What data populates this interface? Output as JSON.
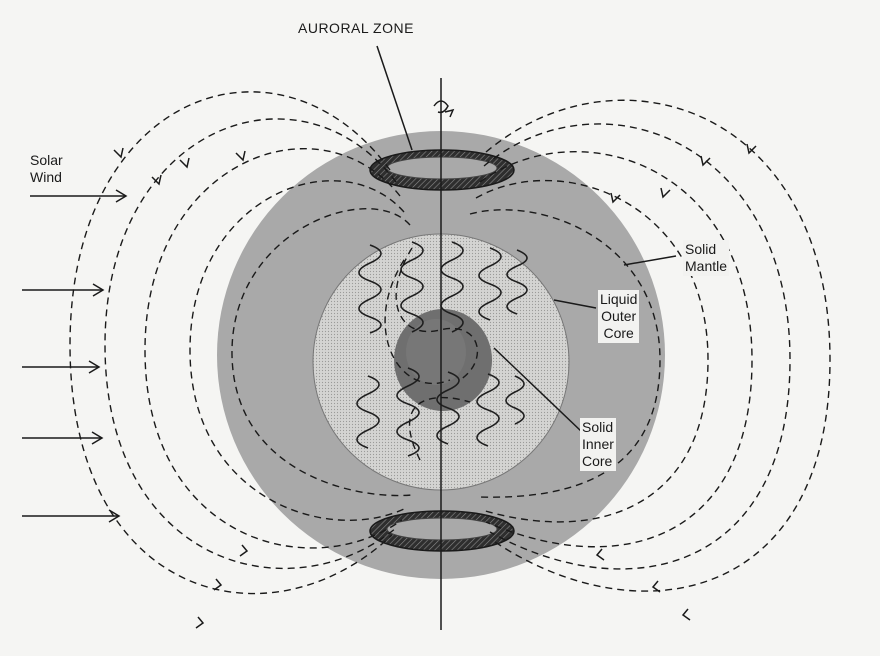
{
  "labels": {
    "auroral_zone": "AURORAL ZONE",
    "solar_wind": [
      "Solar",
      "Wind"
    ],
    "solid_mantle": [
      "Solid",
      "Mantle"
    ],
    "liquid_outer_core": [
      "Liquid",
      "Outer",
      "Core"
    ],
    "solid_inner_core": [
      "Solid",
      "Inner",
      "Core"
    ]
  },
  "colors": {
    "mantle": "#a9a9a9",
    "outer_core": "#d3d3d3",
    "inner_core": "#6e6e6e",
    "auroral_ring": "#3a3a3a",
    "line": "#1a1a1a",
    "background": "#f5f5f3"
  },
  "icons": [
    "rotation-arrow-icon",
    "solar-wind-arrow-icon",
    "field-line-arrow-icon"
  ]
}
